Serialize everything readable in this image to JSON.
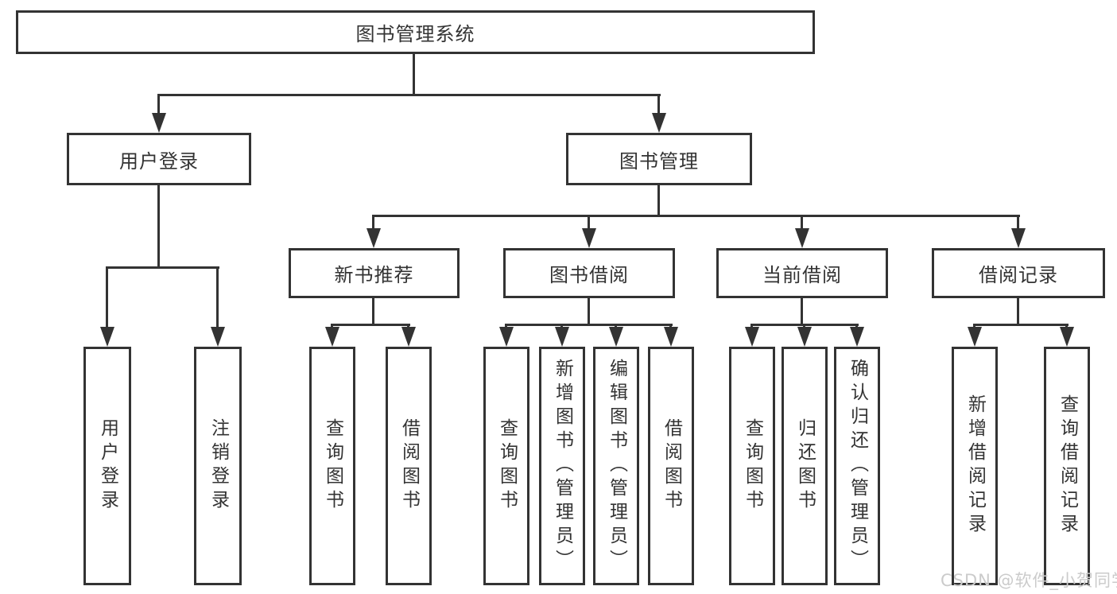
{
  "tree": {
    "label": "图书管理系统",
    "children": [
      {
        "label": "用户登录",
        "children": [
          {
            "label": "用户登录"
          },
          {
            "label": "注销登录"
          }
        ]
      },
      {
        "label": "图书管理",
        "children": [
          {
            "label": "新书推荐",
            "children": [
              {
                "label": "查询图书"
              },
              {
                "label": "借阅图书"
              }
            ]
          },
          {
            "label": "图书借阅",
            "children": [
              {
                "label": "查询图书"
              },
              {
                "label": "新增图书（管理员）"
              },
              {
                "label": "编辑图书（管理员）"
              },
              {
                "label": "借阅图书"
              }
            ]
          },
          {
            "label": "当前借阅",
            "children": [
              {
                "label": "查询图书"
              },
              {
                "label": "归还图书"
              },
              {
                "label": "确认归还（管理员）"
              }
            ]
          },
          {
            "label": "借阅记录",
            "children": [
              {
                "label": "新增借阅记录"
              },
              {
                "label": "查询借阅记录"
              }
            ]
          }
        ]
      }
    ]
  },
  "watermark": {
    "text": "CSDN @软件_小贺同学"
  },
  "colors": {
    "line": "#333333",
    "text": "#333333",
    "watermark": "#cbcbcb",
    "background": "#ffffff"
  }
}
